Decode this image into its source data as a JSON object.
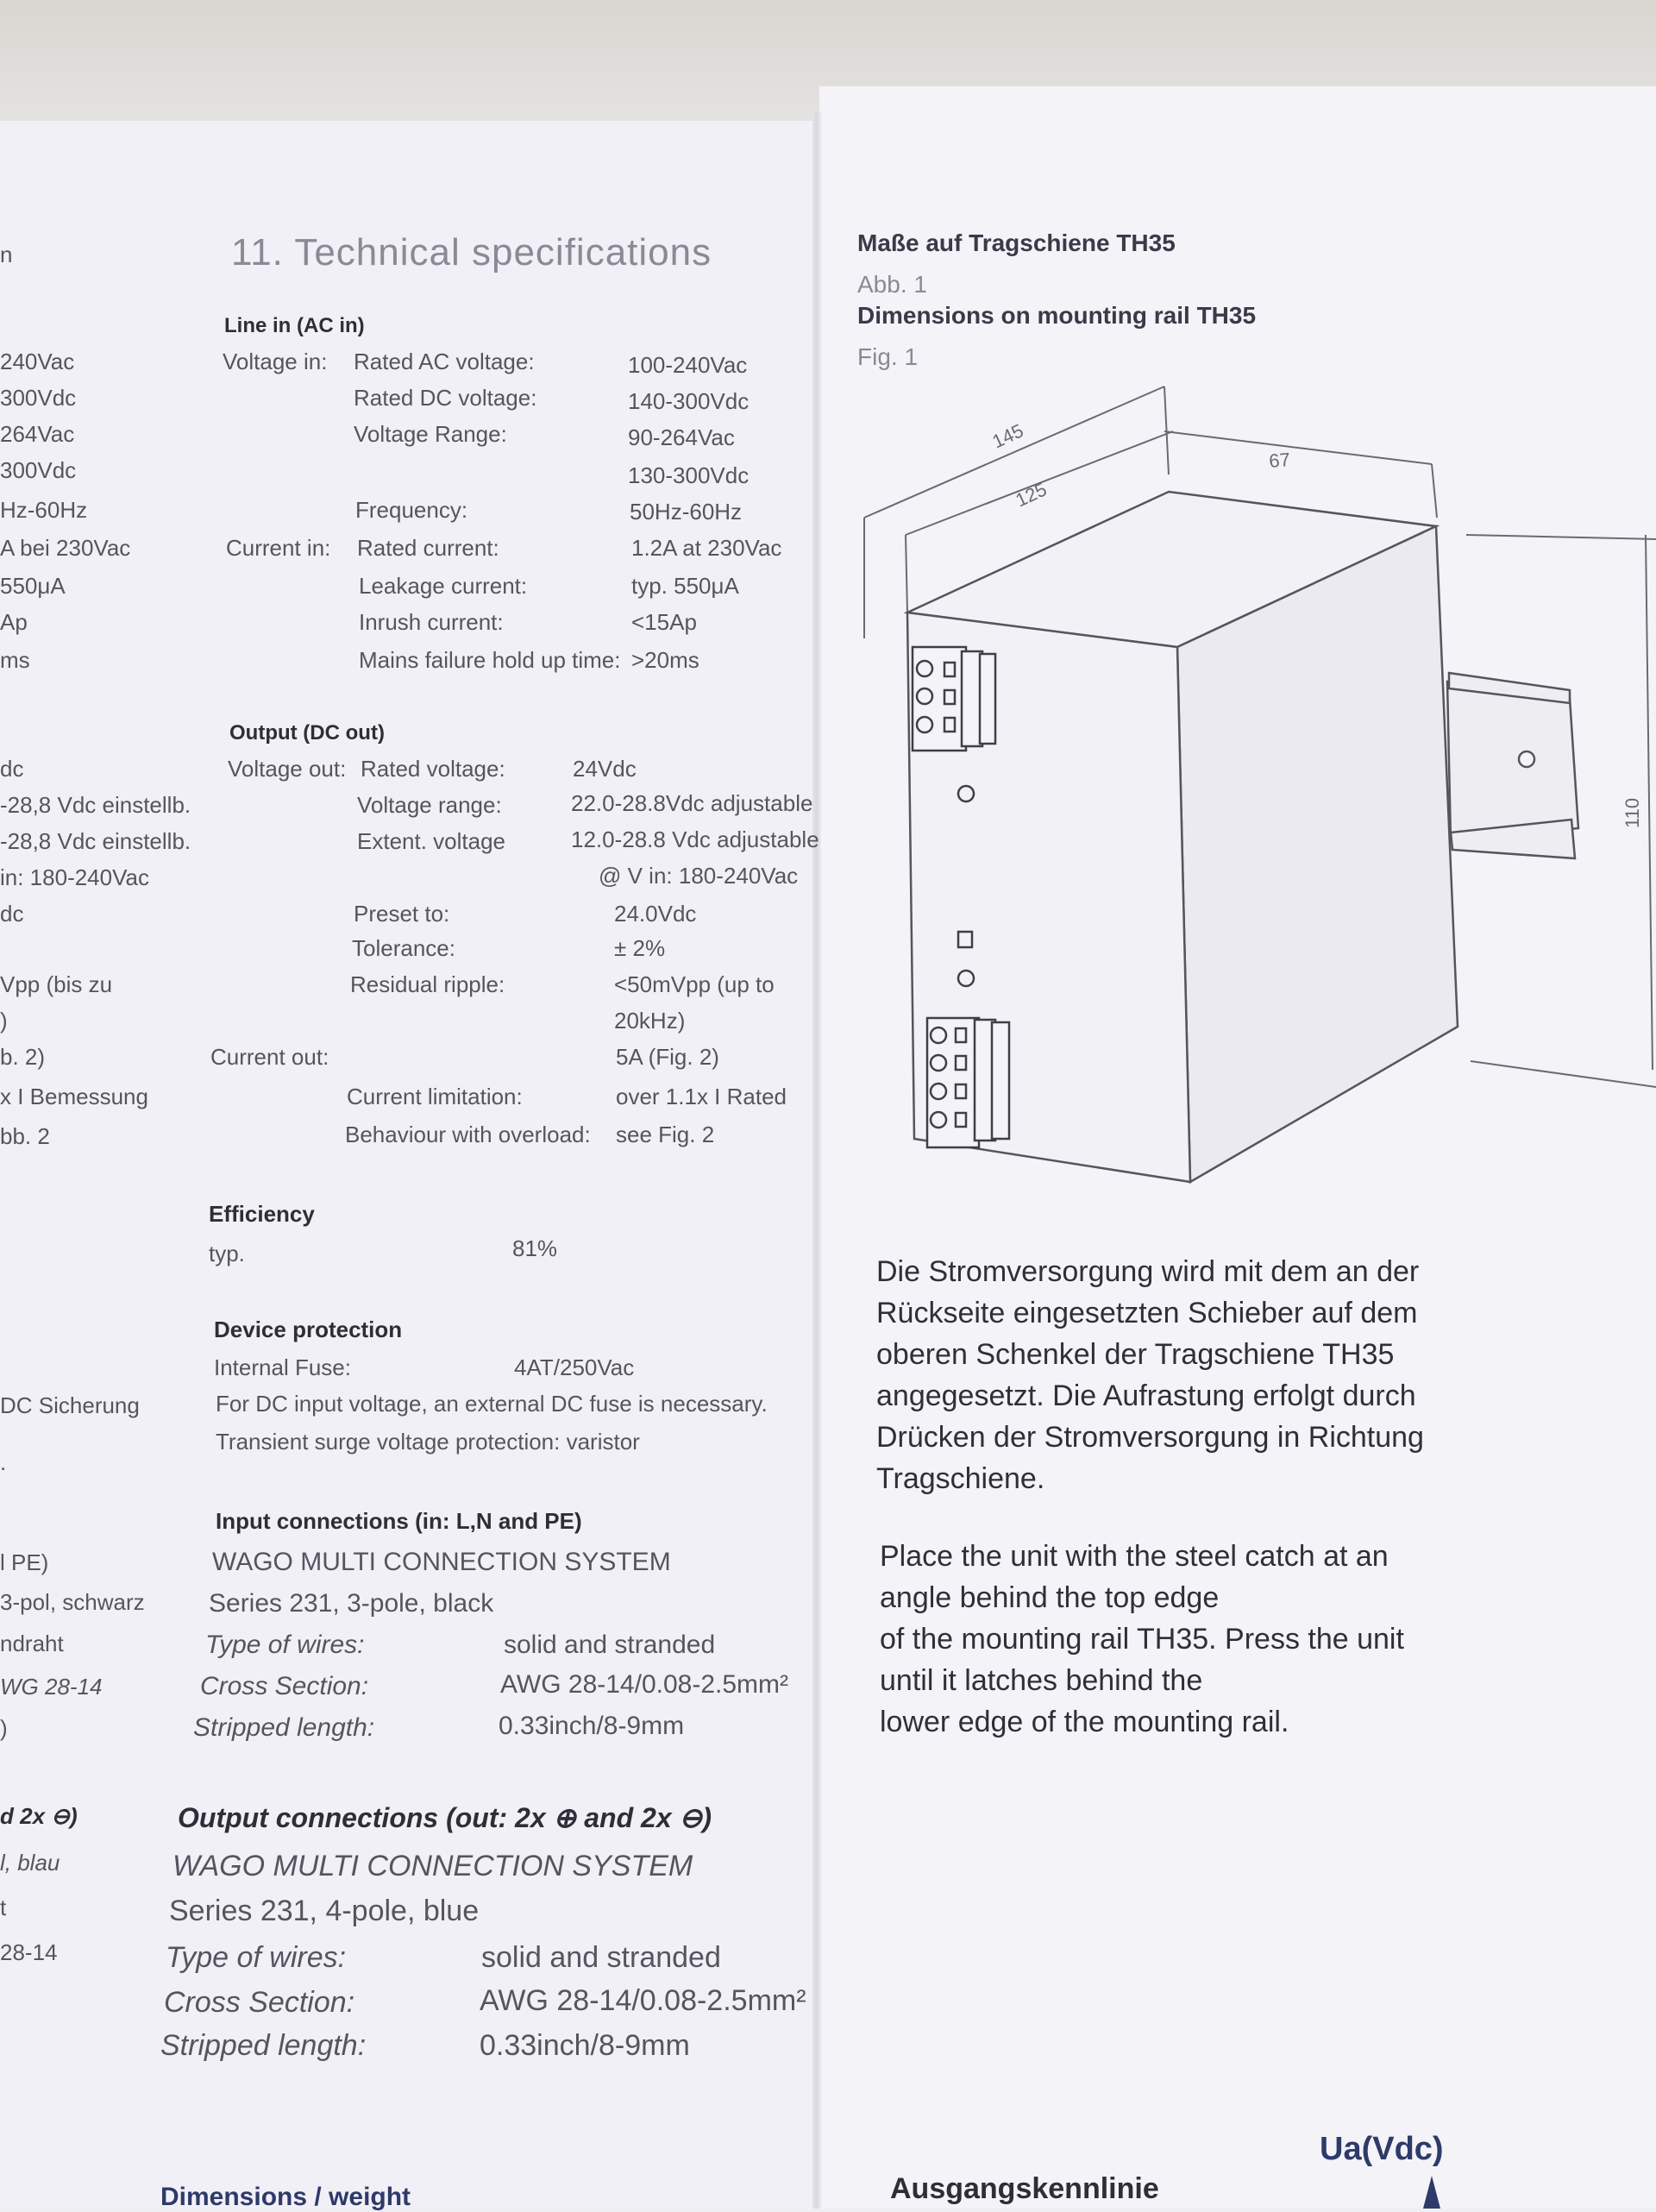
{
  "left_edge": {
    "lines": [
      "n",
      "240Vac",
      "300Vdc",
      "264Vac",
      "300Vdc",
      "Hz-60Hz",
      "A bei 230Vac",
      "550μA",
      "Ap",
      "ms",
      "dc",
      "-28,8 Vdc einstellb.",
      "-28,8 Vdc einstellb.",
      "in: 180-240Vac",
      "dc",
      "Vpp (bis zu",
      ")",
      "b. 2)",
      "x I Bemessung",
      "bb. 2",
      "DC Sicherung",
      ".",
      "l PE)",
      "3-pol, schwarz",
      "ndraht",
      "WG 28-14",
      ")",
      "d 2x ⊖)",
      "l, blau",
      "t",
      "28-14"
    ]
  },
  "spec": {
    "title": "11. Technical specifications",
    "line_in": {
      "heading": "Line in (AC in)",
      "voltage_in_label": "Voltage in:",
      "current_in_label": "Current in:",
      "rows": [
        {
          "label": "Rated AC voltage:",
          "value": "100-240Vac"
        },
        {
          "label": "Rated DC voltage:",
          "value": "140-300Vdc"
        },
        {
          "label": "Voltage Range:",
          "value": "90-264Vac"
        },
        {
          "label": "",
          "value": "130-300Vdc"
        },
        {
          "label": "Frequency:",
          "value": "50Hz-60Hz"
        },
        {
          "label": "Rated current:",
          "value": "1.2A at 230Vac"
        },
        {
          "label": "Leakage current:",
          "value": "typ. 550μA"
        },
        {
          "label": "Inrush current:",
          "value": "<15Ap"
        },
        {
          "label": "Mains failure hold up time:",
          "value": ">20ms"
        }
      ]
    },
    "output": {
      "heading": "Output (DC out)",
      "voltage_out_label": "Voltage out:",
      "current_out_label": "Current out:",
      "rows": [
        {
          "label": "Rated voltage:",
          "value": "24Vdc"
        },
        {
          "label": "Voltage range:",
          "value": "22.0-28.8Vdc adjustable"
        },
        {
          "label": "Extent. voltage",
          "value": "12.0-28.8 Vdc adjustable"
        },
        {
          "label": "",
          "value": "@ V in: 180-240Vac"
        },
        {
          "label": "Preset to:",
          "value": "24.0Vdc"
        },
        {
          "label": "Tolerance:",
          "value": "± 2%"
        },
        {
          "label": "Residual ripple:",
          "value": "<50mVpp (up to"
        },
        {
          "label": "",
          "value": "20kHz)"
        },
        {
          "label": "",
          "value": "5A (Fig. 2)"
        },
        {
          "label": "Current limitation:",
          "value": "over 1.1x I Rated"
        },
        {
          "label": "Behaviour with overload:",
          "value": "see Fig. 2"
        }
      ]
    },
    "efficiency": {
      "heading": "Efficiency",
      "label": "typ.",
      "value": "81%"
    },
    "device_protection": {
      "heading": "Device protection",
      "fuse_label": "Internal Fuse:",
      "fuse_value": "4AT/250Vac",
      "line2": "For DC input voltage, an external DC fuse is necessary.",
      "line3": "Transient surge voltage protection: varistor"
    },
    "input_conn": {
      "heading": "Input connections (in: L,N and PE)",
      "system": "WAGO MULTI CONNECTION SYSTEM",
      "series": "Series 231, 3-pole, black",
      "rows": [
        {
          "label": "Type of wires:",
          "value": "solid and stranded"
        },
        {
          "label": "Cross Section:",
          "value": "AWG 28-14/0.08-2.5mm²"
        },
        {
          "label": "Stripped length:",
          "value": "0.33inch/8-9mm"
        }
      ]
    },
    "output_conn": {
      "heading": "Output connections (out: 2x ⊕ and 2x ⊖)",
      "system": "WAGO MULTI CONNECTION SYSTEM",
      "series": "Series 231, 4-pole, blue",
      "rows": [
        {
          "label": "Type of wires:",
          "value": "solid and stranded"
        },
        {
          "label": "Cross Section:",
          "value": "AWG 28-14/0.08-2.5mm²"
        },
        {
          "label": "Stripped length:",
          "value": "0.33inch/8-9mm"
        }
      ]
    },
    "bottom_heading": "Dimensions / weight"
  },
  "dims": {
    "title_de": "Maße auf Tragschiene TH35",
    "fig_de": "Abb. 1",
    "title_en": "Dimensions on mounting rail TH35",
    "fig_en": "Fig. 1",
    "d145": "145",
    "d125": "125",
    "d67": "67",
    "d110": "110"
  },
  "mounting": {
    "de": [
      "Die Stromversorgung wird mit dem an der",
      "Rückseite eingesetzten Schieber auf dem",
      "oberen Schenkel der Tragschiene TH35",
      "angegesetzt. Die Aufrastung erfolgt durch",
      "Drücken der Stromversorgung in Richtung",
      "Tragschiene."
    ],
    "en": [
      "Place the unit with the steel catch at an",
      "angle behind the top edge",
      "of the mounting rail TH35. Press the unit",
      "until it latches behind the",
      "lower edge of the mounting rail."
    ]
  },
  "bottom": {
    "ausgang": "Ausgangskennlinie",
    "ua": "Ua(Vdc)"
  }
}
